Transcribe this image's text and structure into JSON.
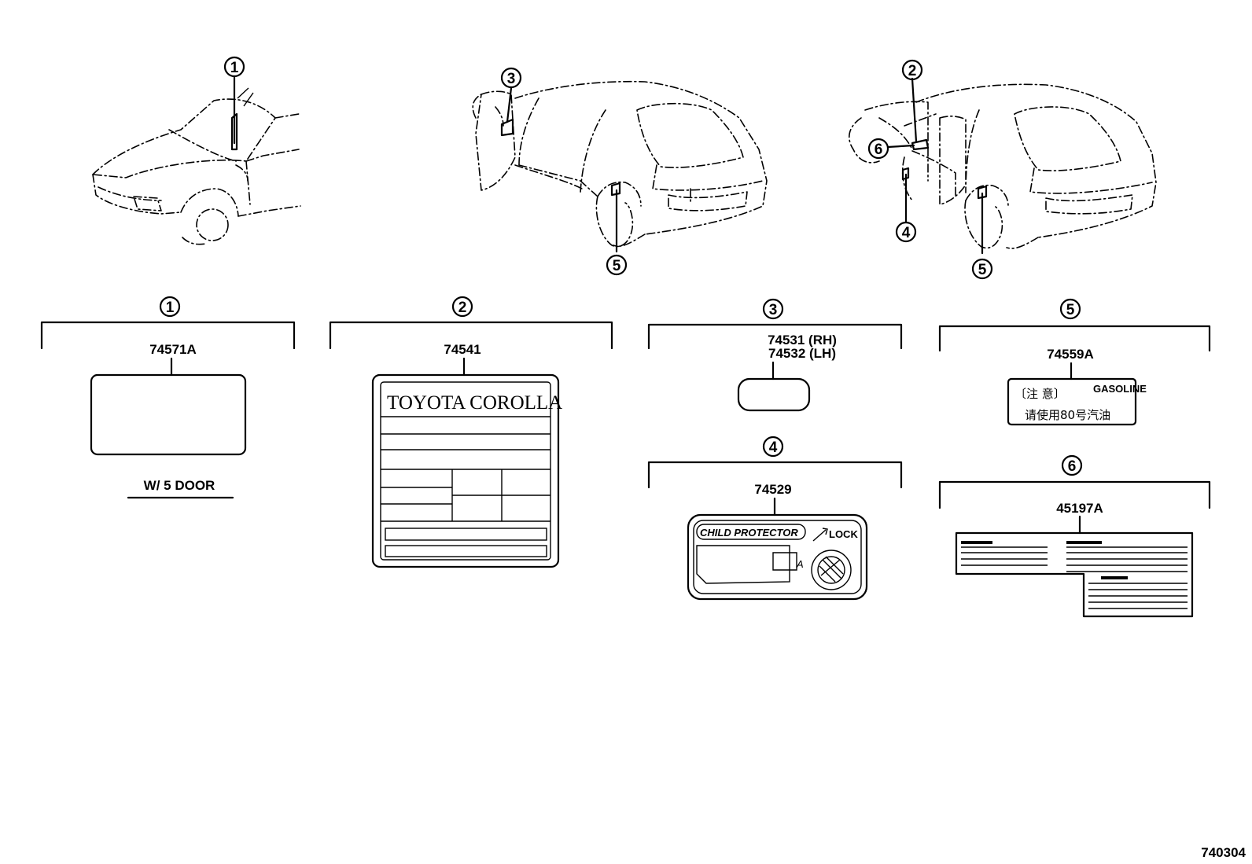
{
  "callouts": [
    "1",
    "2",
    "3",
    "4",
    "5",
    "6"
  ],
  "parts": {
    "p1": {
      "number": "74571A",
      "note": "W/ 5 DOOR"
    },
    "p2": {
      "number": "74541",
      "label_title": "TOYOTA COROLLA"
    },
    "p3": {
      "number_rh": "74531 (RH)",
      "number_lh": "74532 (LH)"
    },
    "p4": {
      "number": "74529",
      "label_title": "CHILD PROTECTOR",
      "lock_text": "LOCK",
      "mark": "A"
    },
    "p5": {
      "number": "74559A",
      "label_heading": "〔注 意〕",
      "label_tag": "GASOLINE",
      "label_body": "请使用80号汽油"
    },
    "p6": {
      "number": "45197A"
    }
  },
  "diagram_id": "740304"
}
